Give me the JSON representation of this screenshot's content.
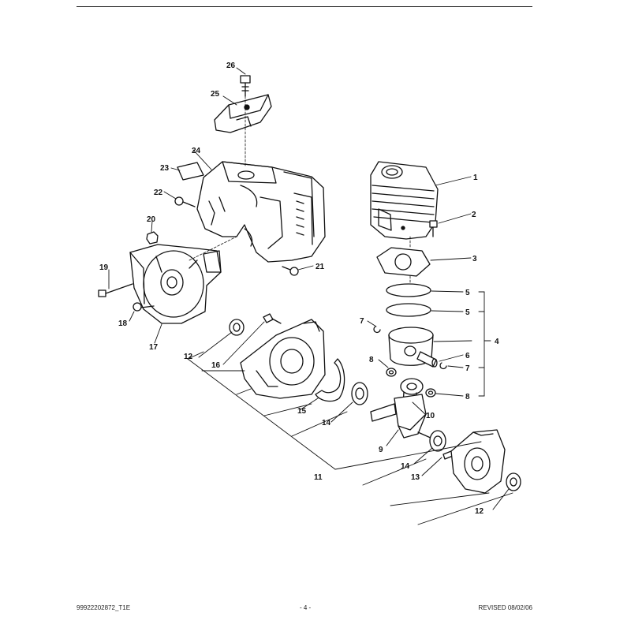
{
  "callouts": [
    {
      "id": "c1",
      "label": "1"
    },
    {
      "id": "c2",
      "label": "2"
    },
    {
      "id": "c3",
      "label": "3"
    },
    {
      "id": "c4",
      "label": "4"
    },
    {
      "id": "c5a",
      "label": "5"
    },
    {
      "id": "c5b",
      "label": "5"
    },
    {
      "id": "c6",
      "label": "6"
    },
    {
      "id": "c7a",
      "label": "7"
    },
    {
      "id": "c7b",
      "label": "7"
    },
    {
      "id": "c8a",
      "label": "8"
    },
    {
      "id": "c8b",
      "label": "8"
    },
    {
      "id": "c9",
      "label": "9"
    },
    {
      "id": "c10",
      "label": "10"
    },
    {
      "id": "c11",
      "label": "11"
    },
    {
      "id": "c12a",
      "label": "12"
    },
    {
      "id": "c12b",
      "label": "12"
    },
    {
      "id": "c13",
      "label": "13"
    },
    {
      "id": "c14a",
      "label": "14"
    },
    {
      "id": "c14b",
      "label": "14"
    },
    {
      "id": "c15",
      "label": "15"
    },
    {
      "id": "c16",
      "label": "16"
    },
    {
      "id": "c17",
      "label": "17"
    },
    {
      "id": "c18",
      "label": "18"
    },
    {
      "id": "c19",
      "label": "19"
    },
    {
      "id": "c20",
      "label": "20"
    },
    {
      "id": "c21",
      "label": "21"
    },
    {
      "id": "c22",
      "label": "22"
    },
    {
      "id": "c23",
      "label": "23"
    },
    {
      "id": "c24",
      "label": "24"
    },
    {
      "id": "c25",
      "label": "25"
    },
    {
      "id": "c26",
      "label": "26"
    }
  ],
  "footer": {
    "doc_id": "99922202872_T1E",
    "page": "- 4 -",
    "revised": "REVISED 08/02/06"
  }
}
